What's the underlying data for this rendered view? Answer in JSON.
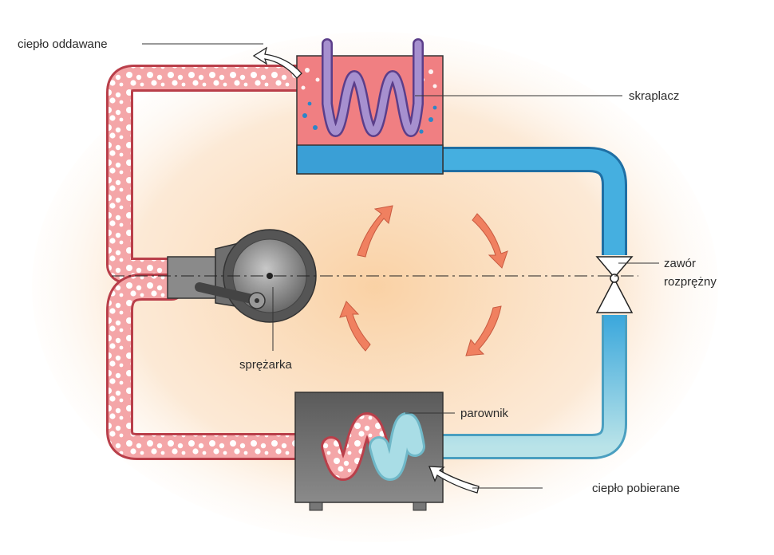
{
  "labels": {
    "heat_released": "ciepło oddawane",
    "condenser": "skraplacz",
    "valve_line1": "zawór",
    "valve_line2": "rozprężny",
    "compressor": "sprężarka",
    "evaporator": "parownik",
    "heat_absorbed": "ciepło pobierane"
  },
  "colors": {
    "hot_pipe": "#f2a0a0",
    "hot_pipe_edge": "#b93f4a",
    "cold_pipe": "#4fb3df",
    "cold_pipe_light": "#a9dde6",
    "condenser_box": "#f07f82",
    "condenser_water": "#3a9fd6",
    "evaporator_box": "#6e6e6e",
    "compressor": "#7a7a7a",
    "arrow": "#f08060",
    "background_glow": "#f9cfa0"
  }
}
